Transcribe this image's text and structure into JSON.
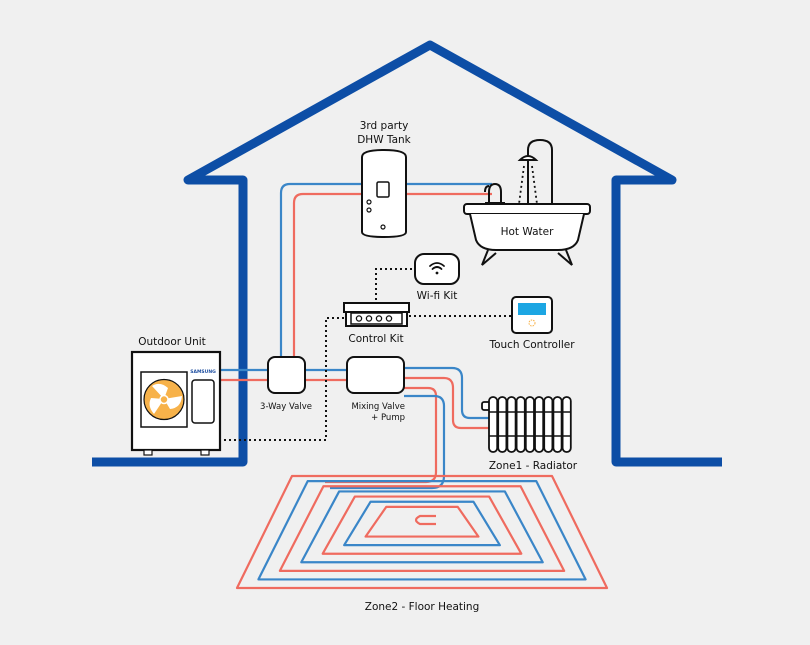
{
  "diagram": {
    "title": "Heat pump system overview",
    "colors": {
      "background": "#f0f0f0",
      "house": "#0d4ea6",
      "hot_pipe": "#ef6b5f",
      "cold_pipe": "#3a86c8",
      "outline": "#111111",
      "fan": "#f7b24a",
      "screen": "#1ca6e3"
    },
    "components": {
      "dhw_tank": {
        "label_line1": "3rd party",
        "label_line2": "DHW Tank"
      },
      "hot_water": {
        "label": "Hot Water"
      },
      "wifi_kit": {
        "label": "Wi-fi Kit"
      },
      "control_kit": {
        "label": "Control Kit"
      },
      "touch_controller": {
        "label": "Touch Controller"
      },
      "outdoor_unit": {
        "label": "Outdoor Unit",
        "brand": "SAMSUNG"
      },
      "three_way_valve": {
        "label": "3-Way Valve"
      },
      "mixing_valve": {
        "label_line1": "Mixing Valve",
        "label_line2": "+ Pump"
      },
      "radiator": {
        "label": "Zone1 - Radiator"
      },
      "floor_heating": {
        "label": "Zone2 - Floor Heating"
      }
    }
  }
}
